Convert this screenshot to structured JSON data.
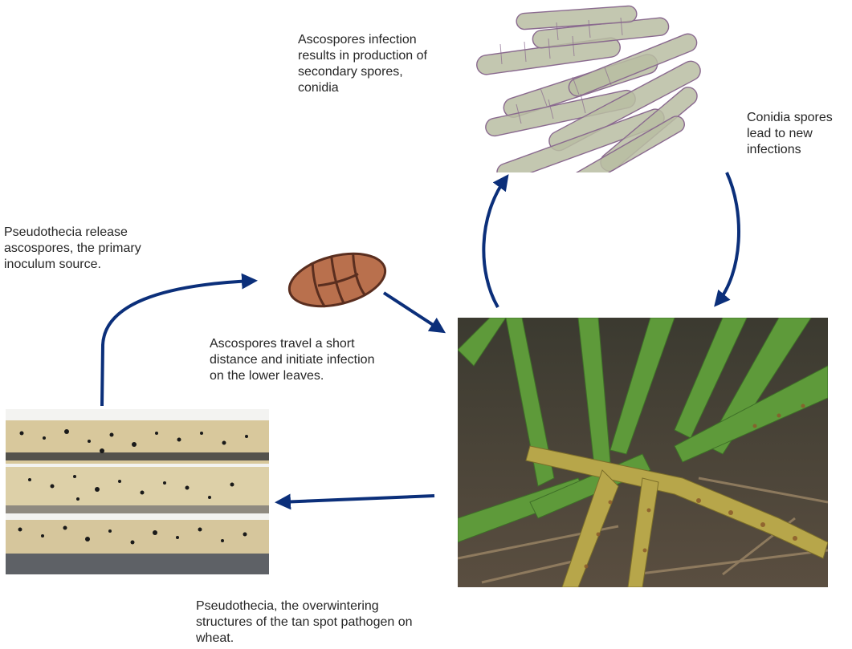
{
  "diagram": {
    "labels": {
      "ascospore_infection": "Ascospores infection\nresults in production of\nsecondary spores,\nconidia",
      "conidia_spores": "Conidia spores\nlead to new\ninfections",
      "pseudothecia_release": "Pseudothecia release\nascospores, the primary\ninoculum source.",
      "ascospores_travel": "Ascospores travel a short\ndistance and initiate infection\non the lower leaves.",
      "pseudothecia_overwinter": "Pseudothecia, the overwintering\nstructures of the tan spot pathogen on\nwheat."
    },
    "images": {
      "conidia": "conidia-micrograph",
      "wheat": "infected-wheat-leaves-photo",
      "stubble": "wheat-stubble-with-pseudothecia-photo",
      "ascospore": "ascospore-drawing"
    },
    "colors": {
      "arrow": "#0b2f7a",
      "ascospore_fill": "#b9704d",
      "ascospore_outline": "#5a2e1f",
      "text": "#262626"
    }
  }
}
